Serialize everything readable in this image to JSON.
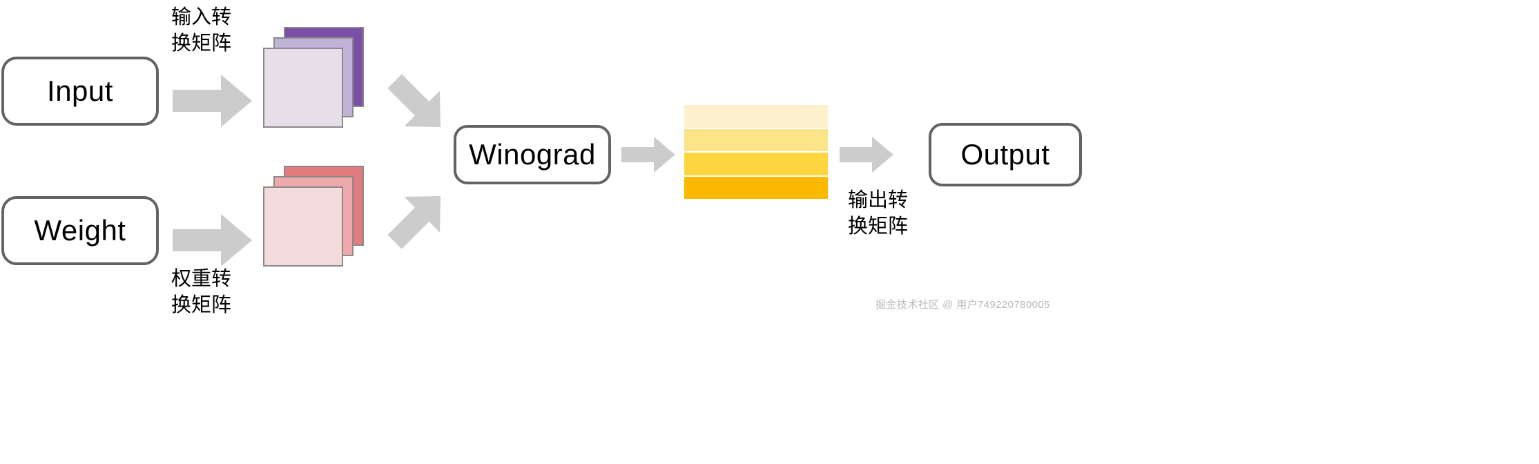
{
  "diagram": {
    "title": "Winograd convolution transformation flow",
    "boxes": {
      "input": {
        "label": "Input"
      },
      "weight": {
        "label": "Weight"
      },
      "winograd": {
        "label": "Winograd"
      },
      "output": {
        "label": "Output"
      }
    },
    "labels": {
      "input_transform": "输入转\n换矩阵",
      "weight_transform": "权重转\n换矩阵",
      "output_transform": "输出转\n换矩阵"
    },
    "watermark": "掘金技术社区 @ 用户749220780005",
    "stacks": {
      "input_tensor": {
        "name": "input-feature-map-stack",
        "colors": [
          "#7B4FA8",
          "#BFB4D7",
          "#E6DFEA"
        ]
      },
      "weight_tensor": {
        "name": "weight-kernel-stack",
        "colors": [
          "#E07B7F",
          "#EFA9AC",
          "#F4DCDC"
        ]
      }
    },
    "bands": {
      "name": "output-feature-bands",
      "colors": [
        "#FDF1CD",
        "#FCE489",
        "#FDD63F",
        "#FDB900"
      ]
    },
    "arrows": {
      "input_to_tensor": "arrow-right",
      "weight_to_tensor": "arrow-right",
      "winograd_to_bands": "arrow-right",
      "bands_to_output": "arrow-right",
      "tensor_to_winograd_upper": "arrow-down-right",
      "tensor_to_winograd_lower": "arrow-up-right"
    },
    "colors": {
      "box_border": "#636363",
      "arrow_fill": "#cccccc",
      "card_border": "#8a8a8a",
      "text": "#000000",
      "watermark": "#b9b9b9",
      "background": "#ffffff"
    }
  }
}
